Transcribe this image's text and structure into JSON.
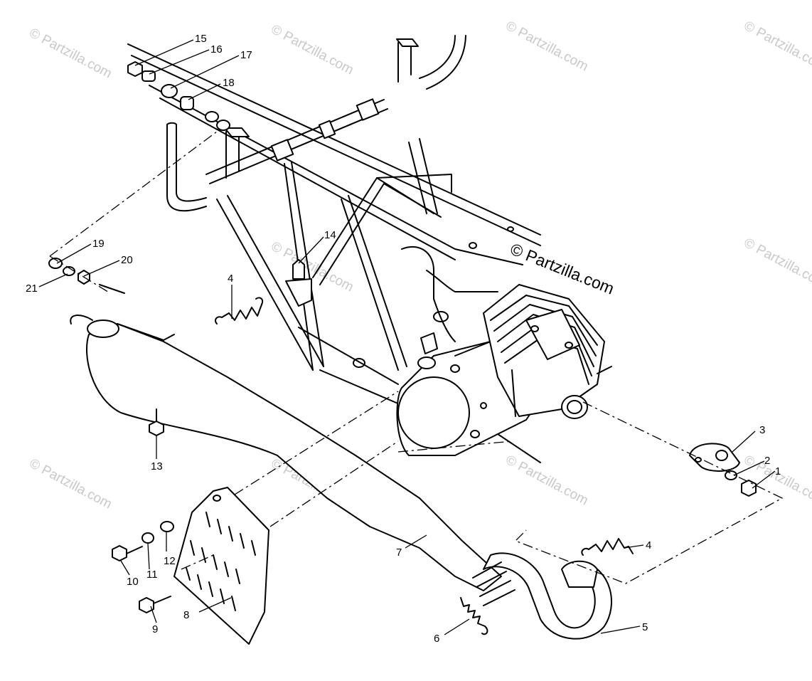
{
  "diagram": {
    "brand_watermark": "© Partzilla.com",
    "faint_watermark": "© Partzilla.com",
    "callouts": [
      "1",
      "2",
      "3",
      "4",
      "4",
      "5",
      "6",
      "7",
      "8",
      "9",
      "10",
      "11",
      "12",
      "13",
      "14",
      "15",
      "16",
      "17",
      "18",
      "19",
      "20",
      "21"
    ]
  }
}
